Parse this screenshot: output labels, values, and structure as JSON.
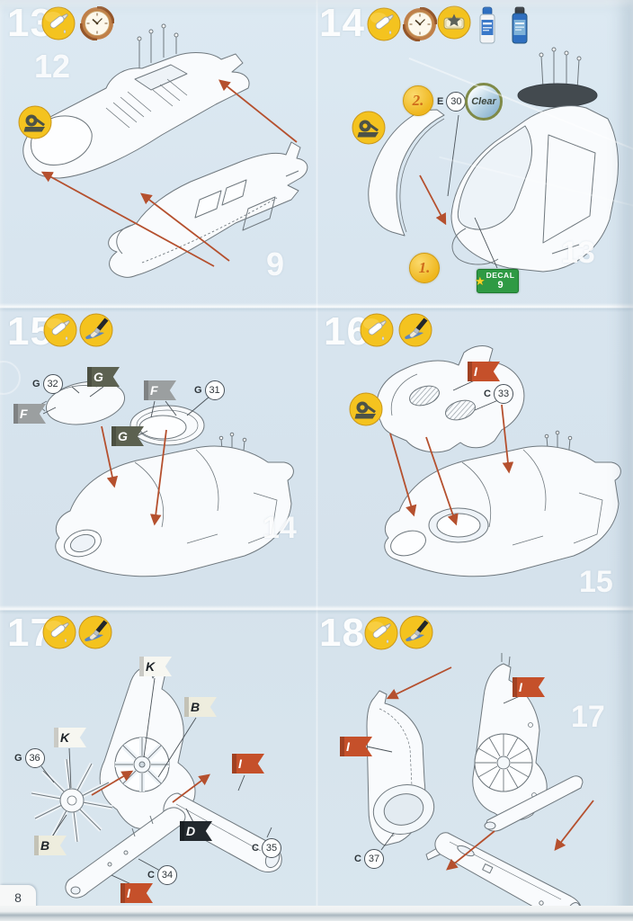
{
  "page": {
    "number": "8"
  },
  "colors": {
    "paper": "#d8e5ef",
    "arrow": "#b5502e",
    "flag_red": "#c5502a",
    "flag_gray": "#9b9fa0",
    "flag_olive": "#5c6150",
    "flag_white": "#f7f7f1",
    "flag_cream": "#eeedde",
    "flag_black": "#22282d",
    "badge_yellow": "#f4c31f",
    "decal_green": "#2f9a44"
  },
  "icons": {
    "glue": "glue-applicator-icon",
    "clock": "drying-time-clock-icon",
    "paint": "paint-brush-icon",
    "tape": "masking-tape-icon",
    "decal": "decal-application-icon",
    "bottle_decal": "decal-set-bottle-icon",
    "bottle_clear": "clear-glue-bottle-icon"
  },
  "steps": {
    "s13": {
      "number": "13",
      "ghost_from": "12",
      "ghost_part": "9"
    },
    "s14": {
      "number": "14",
      "ghost_part": "13",
      "substep1": "1.",
      "substep2": "2.",
      "callout_e": {
        "letter": "E",
        "num": "30"
      },
      "clear_label": "Clear",
      "decal_label": "DECAL",
      "decal_num": "9"
    },
    "s15": {
      "number": "15",
      "ghost_part": "14",
      "callout_32": {
        "letter": "G",
        "num": "32"
      },
      "callout_31": {
        "letter": "G",
        "num": "31"
      },
      "flag_f": "F",
      "flag_g": "G"
    },
    "s16": {
      "number": "16",
      "ghost_part": "15",
      "callout_33": {
        "letter": "C",
        "num": "33"
      },
      "flag_i": "I"
    },
    "s17": {
      "number": "17",
      "callout_36": {
        "letter": "G",
        "num": "36"
      },
      "callout_34": {
        "letter": "C",
        "num": "34"
      },
      "callout_35": {
        "letter": "C",
        "num": "35"
      },
      "flag_k": "K",
      "flag_b": "B",
      "flag_d": "D",
      "flag_i": "I"
    },
    "s18": {
      "number": "18",
      "ghost_part": "17",
      "callout_37": {
        "letter": "C",
        "num": "37"
      },
      "flag_i": "I"
    }
  }
}
